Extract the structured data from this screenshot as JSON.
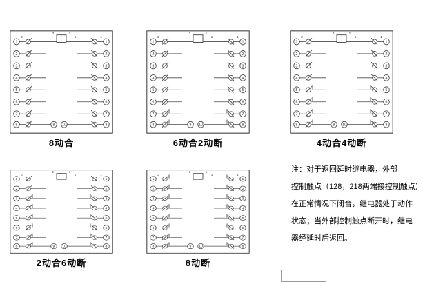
{
  "colors": {
    "line": "#4a4a4a",
    "text": "#111111",
    "background": "#ffffff"
  },
  "panels": [
    {
      "label": "8动合",
      "no_count": 8,
      "left_terminals": [
        "1",
        "2",
        "3",
        "4",
        "5",
        "6",
        "7",
        "8"
      ],
      "right_terminals": [
        "1",
        "2",
        "3",
        "4",
        "5",
        "6",
        "7",
        "8"
      ],
      "bottom_center_terminals": [
        "9",
        "10"
      ],
      "coil_top_labels": [
        "2",
        "1"
      ],
      "corner_sup_labels": [
        "2",
        "1",
        "1"
      ]
    },
    {
      "label": "6动合2动断",
      "no_count": 6,
      "left_terminals": [
        "1",
        "2",
        "3",
        "4",
        "5",
        "6",
        "7",
        "8"
      ],
      "right_terminals": [
        "1",
        "2",
        "3",
        "4",
        "5",
        "6",
        "7",
        "8"
      ],
      "bottom_center_terminals": [
        "9",
        "10"
      ],
      "coil_top_labels": [
        "2",
        "1"
      ],
      "corner_sup_labels": [
        "2",
        "1",
        "1"
      ]
    },
    {
      "label": "4动合4动断",
      "no_count": 4,
      "left_terminals": [
        "1",
        "2",
        "3",
        "4",
        "5",
        "6",
        "7",
        "8"
      ],
      "right_terminals": [
        "1",
        "2",
        "3",
        "4",
        "5",
        "6",
        "7",
        "8"
      ],
      "bottom_center_terminals": [
        "9",
        "10"
      ],
      "coil_top_labels": [
        "2",
        "1"
      ],
      "corner_sup_labels": [
        "2",
        "1",
        "1"
      ]
    },
    {
      "label": "2动合6动断",
      "no_count": 2,
      "left_terminals": [
        "1",
        "2",
        "3",
        "4",
        "5",
        "6",
        "7",
        "8"
      ],
      "right_terminals": [
        "1",
        "2",
        "3",
        "4",
        "5",
        "6",
        "7",
        "8"
      ],
      "bottom_center_terminals": [
        "9",
        "10"
      ],
      "coil_top_labels": [
        "2",
        "1"
      ],
      "corner_sup_labels": [
        "2",
        "1",
        "1"
      ]
    },
    {
      "label": "8动断",
      "no_count": 0,
      "left_terminals": [
        "1",
        "2",
        "3",
        "4",
        "5",
        "6",
        "7",
        "8"
      ],
      "right_terminals": [
        "1",
        "2",
        "3",
        "4",
        "5",
        "6",
        "7",
        "8"
      ],
      "bottom_center_terminals": [
        "9",
        "10"
      ],
      "coil_top_labels": [
        "2",
        "1"
      ],
      "corner_sup_labels": [
        "2",
        "1",
        "1"
      ]
    }
  ],
  "note": {
    "lines": [
      "注：对于返回延时继电器，外部",
      "控制触点（128，218两端接控制触点）",
      "在正常情况下闭合，继电器处于动作",
      "状态；当外部控制触点断开时，继电",
      "器经延时后返回。"
    ]
  }
}
